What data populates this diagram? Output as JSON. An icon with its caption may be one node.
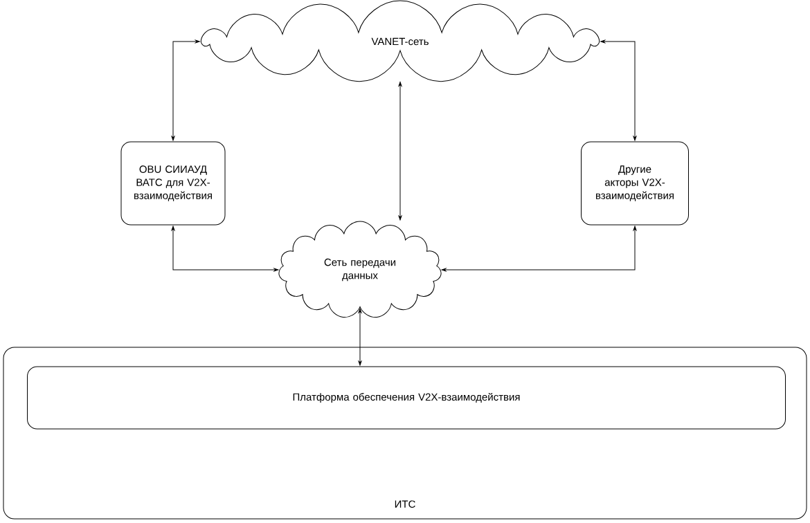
{
  "diagram": {
    "nodes": [
      {
        "text": [
          "VANET-сеть"
        ]
      },
      {
        "text": [
          "OBU СИИАУД ВАТС для V2X-взаимодействия"
        ]
      },
      {
        "text": [
          "Другие акторы V2X-взаимодействия"
        ]
      },
      {
        "text": [
          "Сеть передачи данных"
        ]
      },
      {
        "text": [
          "ИТС"
        ]
      },
      {
        "text": [
          "Платформа обеспечения V2X-взаимодействия"
        ],
        "in": 4
      }
    ],
    "edges": [
      {
        "from": 0,
        "to": 1,
        "arrow": "both"
      },
      {
        "from": 0,
        "to": 2,
        "arrow": "both"
      },
      {
        "from": 0,
        "to": 3,
        "arrow": "both"
      },
      {
        "from": 1,
        "to": 3,
        "arrow": "both"
      },
      {
        "from": 2,
        "to": 3,
        "arrow": "both"
      },
      {
        "from": 3,
        "to": 5,
        "arrow": "both"
      }
    ]
  }
}
